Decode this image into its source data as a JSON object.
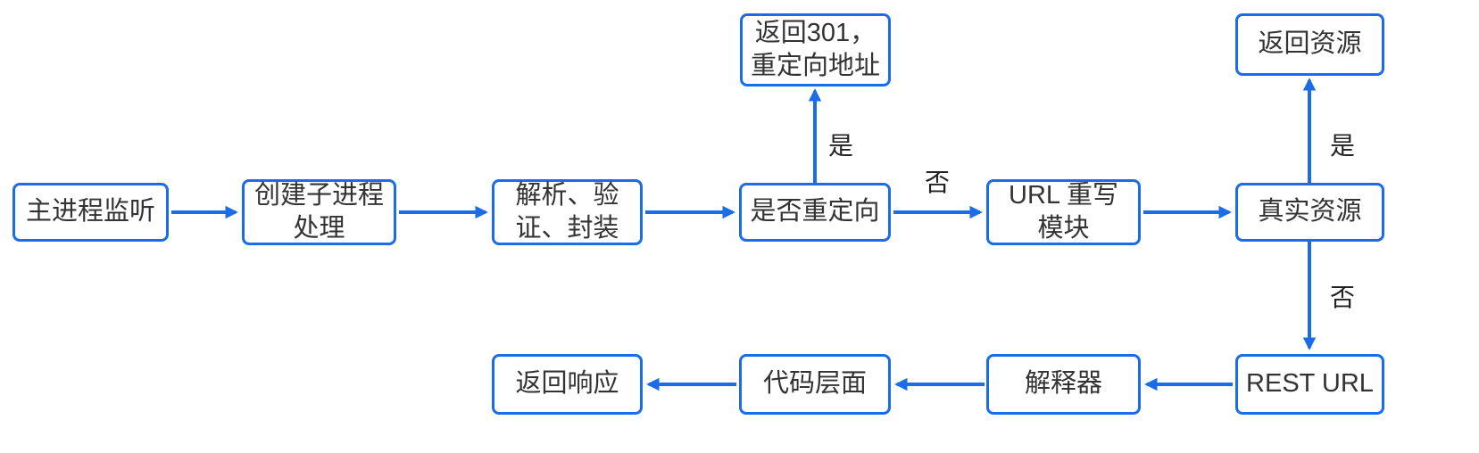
{
  "diagram": {
    "title": "request-handling-flowchart",
    "colors": {
      "accent": "#1b6ce8",
      "text": "#333333"
    },
    "nodes": {
      "main_listen": {
        "label": "主进程监听"
      },
      "create_child": {
        "label": "创建子进程\n处理"
      },
      "parse_validate": {
        "label": "解析、验\n证、封装"
      },
      "redirect_check": {
        "label": "是否重定向"
      },
      "url_rewrite": {
        "label": "URL 重写\n模块"
      },
      "real_resource": {
        "label": "真实资源"
      },
      "return_301": {
        "label": "返回301，\n重定向地址"
      },
      "return_resource": {
        "label": "返回资源"
      },
      "rest_url": {
        "label": "REST URL"
      },
      "interpreter": {
        "label": "解释器"
      },
      "code_level": {
        "label": "代码层面"
      },
      "return_response": {
        "label": "返回响应"
      }
    },
    "edge_labels": {
      "redirect_yes": "是",
      "redirect_no": "否",
      "resource_yes": "是",
      "resource_no": "否"
    }
  }
}
